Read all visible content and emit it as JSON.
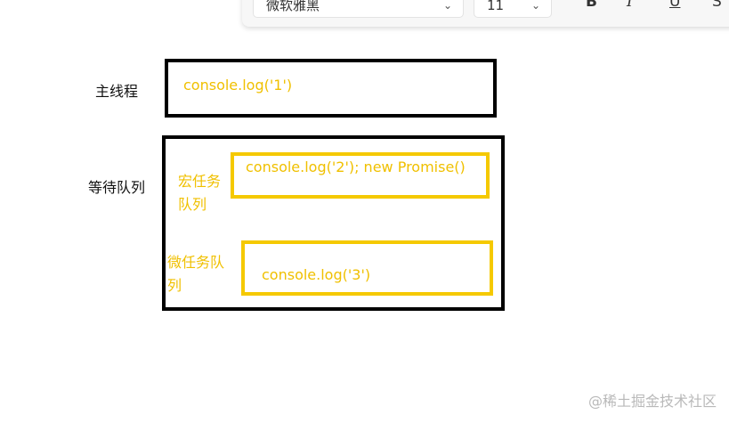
{
  "toolbar": {
    "font_name": "微软雅黑",
    "font_size": "11",
    "bold_icon": "B",
    "italic_icon": "I",
    "underline_icon": "U",
    "extra_icon": "S"
  },
  "diagram": {
    "main_thread": {
      "label": "主线程",
      "code": "console.log('1')"
    },
    "waiting_queue": {
      "label": "等待队列",
      "macro_task": {
        "label": "宏任务队列",
        "code": "console.log('2'); new Promise()"
      },
      "micro_task": {
        "label": "微任务队列",
        "code": "console.log('3')"
      }
    }
  },
  "watermark": "@稀土掘金技术社区"
}
